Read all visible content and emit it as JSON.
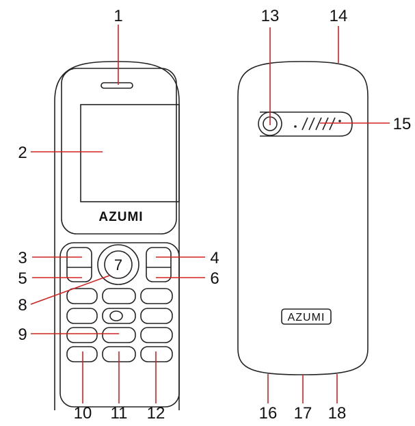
{
  "diagram": {
    "front_brand": "AZUMI",
    "back_brand": "AZUMI",
    "center_key_label": "7",
    "callouts": [
      "1",
      "2",
      "3",
      "4",
      "5",
      "6",
      "7",
      "8",
      "9",
      "10",
      "11",
      "12",
      "13",
      "14",
      "15",
      "16",
      "17",
      "18"
    ],
    "leader_color": "#d42020",
    "outline_color": "#222222"
  }
}
